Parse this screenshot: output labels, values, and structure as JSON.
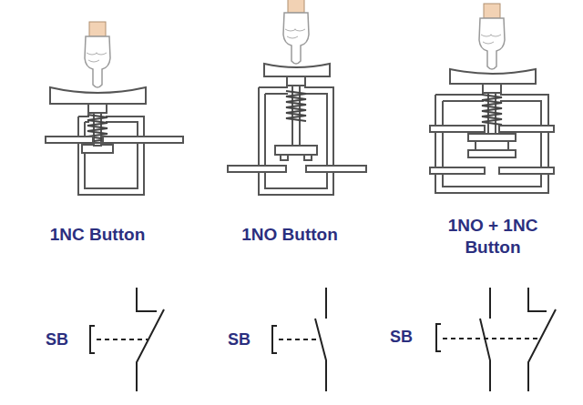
{
  "diagram": {
    "labels": [
      "1NC Button",
      "1NO Button",
      "1NO + 1NC Button",
      "SB",
      "SB",
      "SB"
    ]
  }
}
